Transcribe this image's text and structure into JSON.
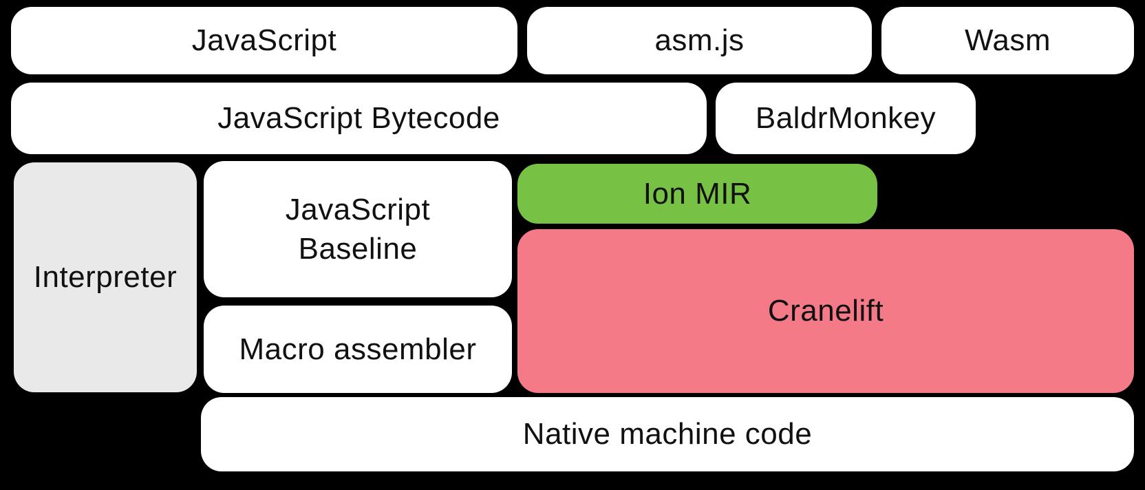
{
  "diagram": {
    "background": "#000000",
    "text_color": "#111111",
    "boxes": {
      "javascript": {
        "label": "JavaScript",
        "bg": "#FFFFFF"
      },
      "asm_js": {
        "label": "asm.js",
        "bg": "#FFFFFF"
      },
      "wasm": {
        "label": "Wasm",
        "bg": "#FFFFFF"
      },
      "javascript_bytecode": {
        "label": "JavaScript Bytecode",
        "bg": "#FFFFFF"
      },
      "baldrmonkey": {
        "label": "BaldrMonkey",
        "bg": "#FFFFFF"
      },
      "interpreter": {
        "label": "Interpreter",
        "bg": "#E9E9E9"
      },
      "javascript_baseline": {
        "label": "JavaScript Baseline",
        "bg": "#FFFFFF"
      },
      "ion_mir": {
        "label": "Ion MIR",
        "bg": "#77C245"
      },
      "macro_assembler": {
        "label": "Macro assembler",
        "bg": "#FFFFFF"
      },
      "cranelift": {
        "label": "Cranelift",
        "bg": "#F57A88"
      },
      "native_machine_code": {
        "label": "Native machine code",
        "bg": "#FFFFFF"
      }
    }
  }
}
